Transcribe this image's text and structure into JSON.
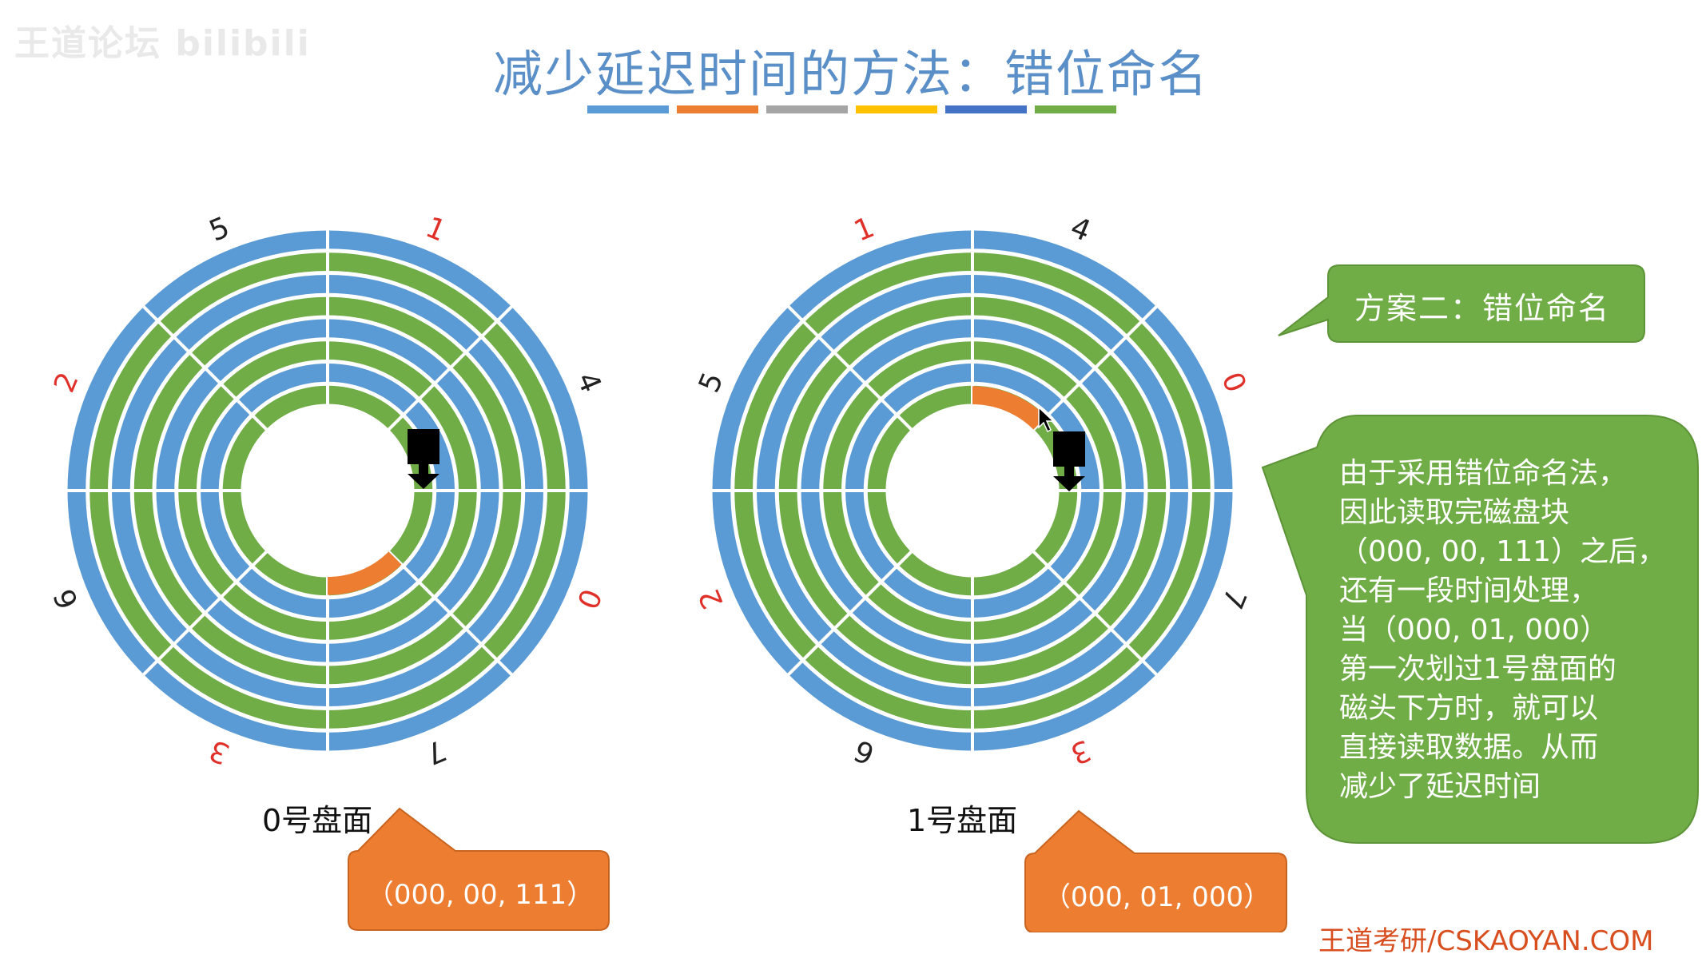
{
  "watermark": "王道论坛 bilibili",
  "title": "减少延迟时间的方法：错位命名",
  "underline_colors": [
    "#5b9bd5",
    "#ed7d31",
    "#a5a5a5",
    "#ffc000",
    "#4472c4",
    "#70ad47"
  ],
  "colors": {
    "blue": "#5b9bd5",
    "green": "#70ad47",
    "orange": "#ed7d31",
    "title": "#5b8fc7",
    "label_red": "#e0302a",
    "label_black": "#222222"
  },
  "platters": [
    {
      "caption": "0号盘面",
      "address": "（000, 00, 111）",
      "sector_labels": [
        {
          "text": "0",
          "red": true
        },
        {
          "text": "1",
          "red": true
        },
        {
          "text": "2",
          "red": true
        },
        {
          "text": "3",
          "red": true
        },
        {
          "text": "4",
          "red": false
        },
        {
          "text": "5",
          "red": false
        },
        {
          "text": "6",
          "red": false
        },
        {
          "text": "7",
          "red": false
        }
      ]
    },
    {
      "caption": "1号盘面",
      "address": "（000, 01, 000）",
      "sector_labels": [
        {
          "text": "0",
          "red": true
        },
        {
          "text": "1",
          "red": true
        },
        {
          "text": "2",
          "red": true
        },
        {
          "text": "3",
          "red": true
        },
        {
          "text": "4",
          "red": false
        },
        {
          "text": "5",
          "red": false
        },
        {
          "text": "6",
          "red": false
        },
        {
          "text": "7",
          "red": false
        }
      ]
    }
  ],
  "callouts": {
    "scheme": "方案二：错位命名",
    "explanation": [
      "由于采用错位命名法，",
      "因此读取完磁盘块",
      "（000, 00, 111）之后，",
      "还有一段时间处理，",
      "当（000, 01, 000）",
      "第一次划过1号盘面的",
      "磁头下方时，就可以",
      "直接读取数据。从而",
      "减少了延迟时间"
    ]
  },
  "footer": "王道考研/CSKAOYAN.COM"
}
